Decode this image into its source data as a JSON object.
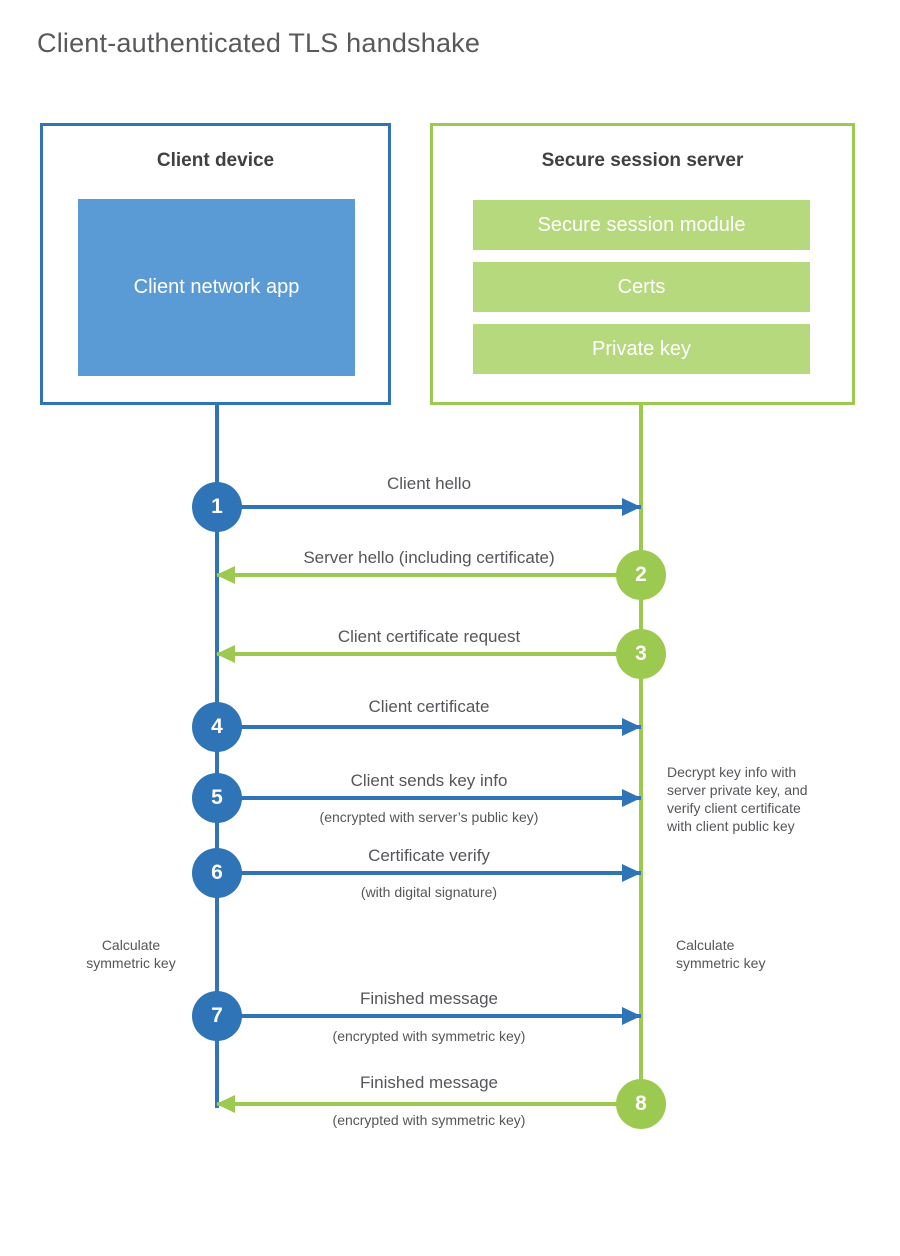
{
  "title": "Client-authenticated TLS handshake",
  "client": {
    "title": "Client device",
    "app": "Client network app"
  },
  "server": {
    "title": "Secure session server",
    "modules": [
      "Secure session module",
      "Certs",
      "Private key"
    ]
  },
  "messages": [
    {
      "num": "1",
      "label": "Client hello",
      "direction": "client-to-server"
    },
    {
      "num": "2",
      "label": "Server hello (including certificate)",
      "direction": "server-to-client"
    },
    {
      "num": "3",
      "label": "Client certificate request",
      "direction": "server-to-client"
    },
    {
      "num": "4",
      "label": "Client certificate",
      "direction": "client-to-server"
    },
    {
      "num": "5",
      "label": "Client sends key info",
      "sub": "(encrypted with server’s public key)",
      "direction": "client-to-server"
    },
    {
      "num": "6",
      "label": "Certificate verify",
      "sub": "(with digital signature)",
      "direction": "client-to-server"
    },
    {
      "num": "7",
      "label": "Finished message",
      "sub": "(encrypted with symmetric key)",
      "direction": "client-to-server"
    },
    {
      "num": "8",
      "label": "Finished message",
      "sub": "(encrypted with symmetric key)",
      "direction": "server-to-client"
    }
  ],
  "annotations": {
    "decrypt_note": "Decrypt key info with\nserver private key, and\nverify client certificate\nwith client public key",
    "calculate_left": "Calculate\nsymmetric key",
    "calculate_right": "Calculate\nsymmetric key"
  },
  "colors": {
    "blue": "#2e74b6",
    "blue_light": "#5b9bd5",
    "green": "#9cc94f",
    "green_light": "#b7d97e",
    "text_gray": "#55565a",
    "heading": "#3f4042"
  }
}
